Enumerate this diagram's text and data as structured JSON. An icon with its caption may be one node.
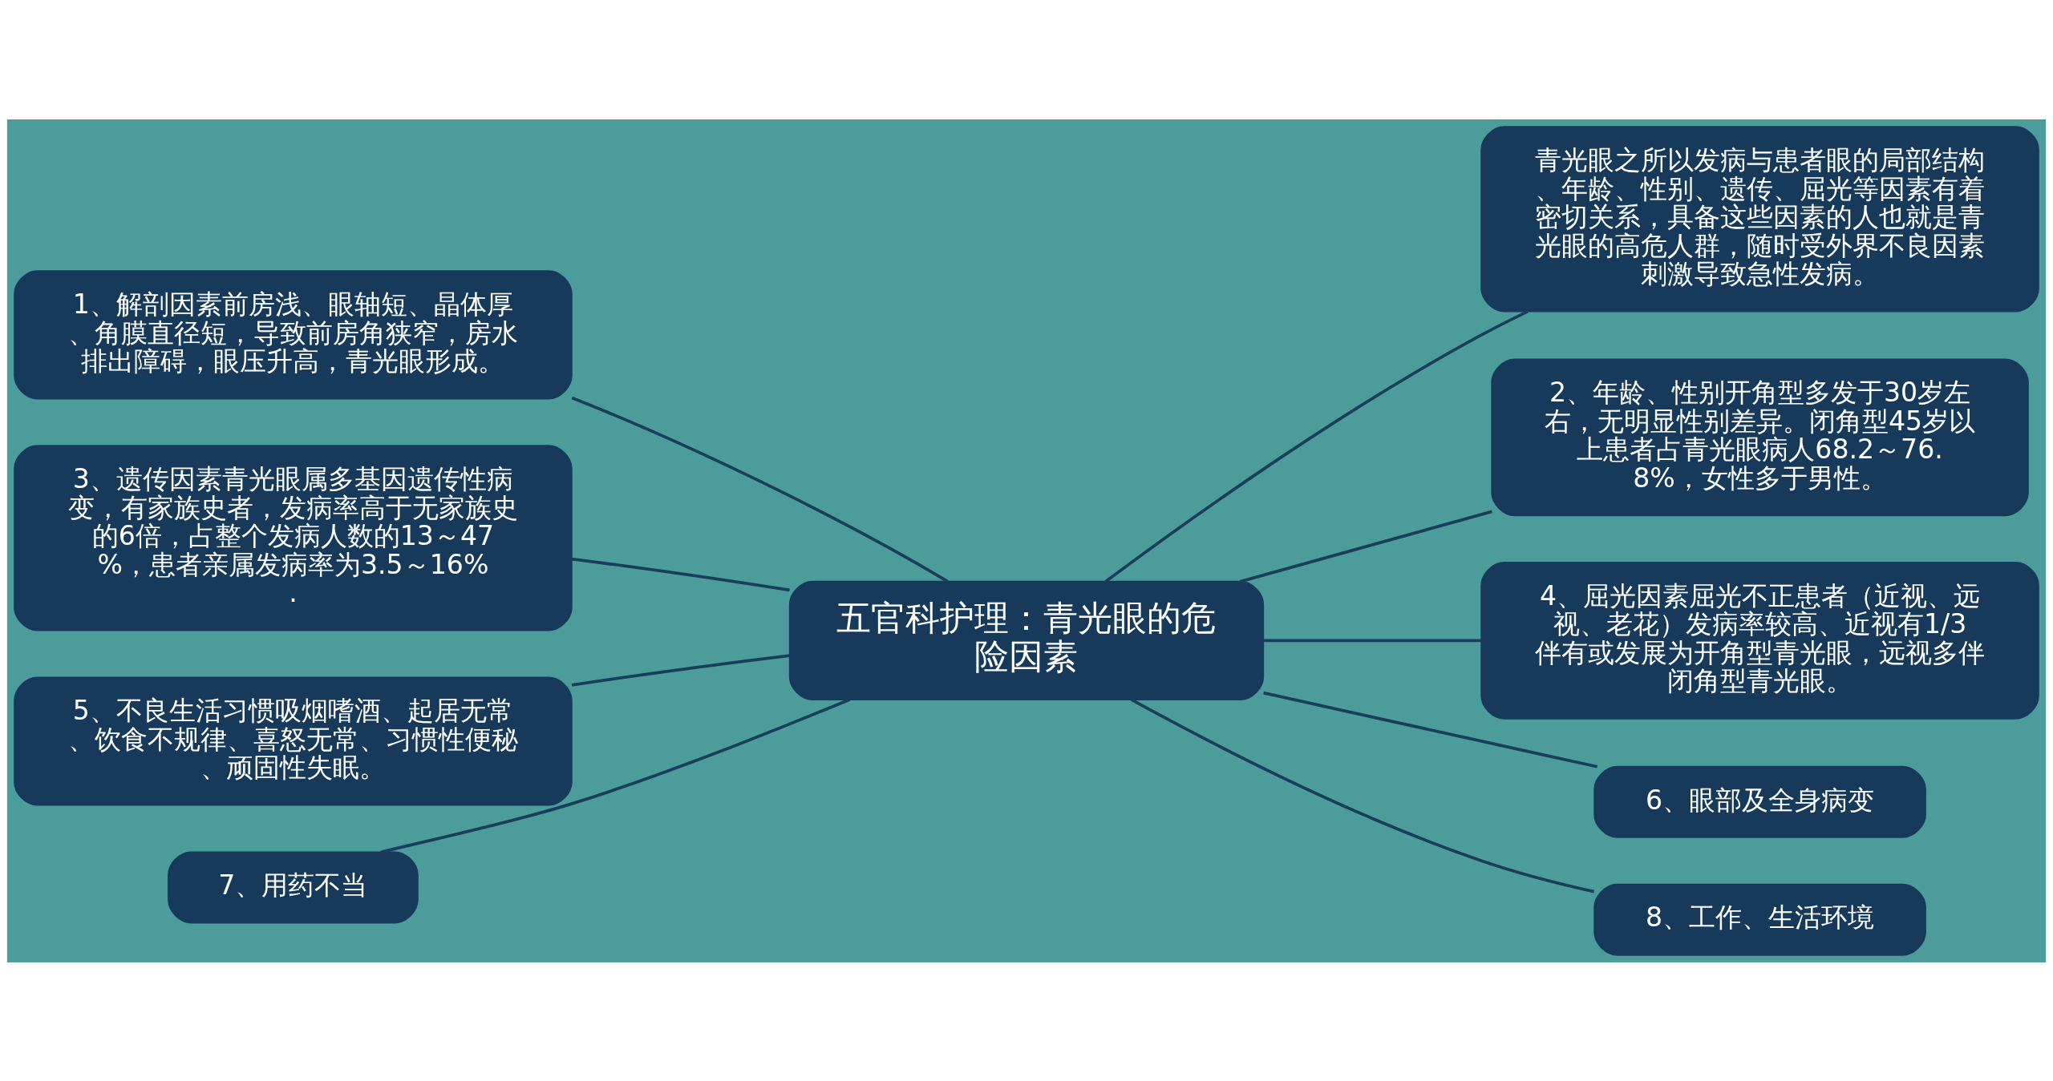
{
  "diagram": {
    "nodes": [
      {
        "text": [
          "五官科护理：青光眼的危险因素"
        ]
      },
      {
        "text": [
          "青光眼之所以发病与患者眼的局部结构、年龄、性别、遗传、屈光等因素有着密切关系，具备这些因素的人也就是青光眼的高危人群，随时受外界不良因素刺激导致急性发病。"
        ]
      },
      {
        "text": [
          "1、解剖因素前房浅、眼轴短、晶体厚、角膜直径短，导致前房角狭窄，房水排出障碍，眼压升高，青光眼形成。"
        ]
      },
      {
        "text": [
          "2、年龄、性别开角型多发于30岁左右，无明显性别差异。闭角型45岁以上患者占青光眼病人68.2～76.8%，女性多于男性。"
        ]
      },
      {
        "text": [
          "3、遗传因素青光眼属多基因遗传性病变，有家族史者，发病率高于无家族史的6倍，占整个发病人数的13～47%，患者亲属发病率为3.5～16%."
        ]
      },
      {
        "text": [
          "4、屈光因素屈光不正患者（近视、远视、老花）发病率较高、近视有1/3伴有或发展为开角型青光眼，远视多伴闭角型青光眼。"
        ]
      },
      {
        "text": [
          "5、不良生活习惯吸烟嗜酒、起居无常、饮食不规律、喜怒无常、习惯性便秘、顽固性失眠。"
        ]
      },
      {
        "text": [
          "6、眼部及全身病变"
        ]
      },
      {
        "text": [
          "7、用药不当"
        ]
      },
      {
        "text": [
          "8、工作、生活环境"
        ]
      }
    ],
    "edges": [
      {
        "from": 0,
        "to": 1,
        "arrow": "none"
      },
      {
        "from": 0,
        "to": 2,
        "arrow": "none"
      },
      {
        "from": 0,
        "to": 3,
        "arrow": "none"
      },
      {
        "from": 0,
        "to": 4,
        "arrow": "none"
      },
      {
        "from": 0,
        "to": 5,
        "arrow": "none"
      },
      {
        "from": 0,
        "to": 6,
        "arrow": "none"
      },
      {
        "from": 0,
        "to": 7,
        "arrow": "none"
      },
      {
        "from": 0,
        "to": 8,
        "arrow": "none"
      },
      {
        "from": 0,
        "to": 9,
        "arrow": "none"
      }
    ]
  }
}
